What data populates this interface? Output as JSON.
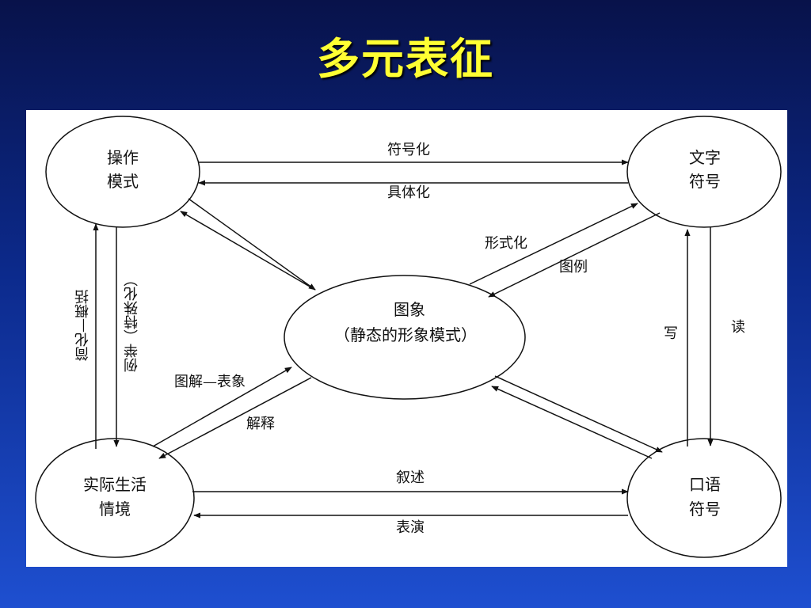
{
  "slide": {
    "title": "多元表征"
  },
  "nodes": {
    "operation": {
      "line1": "操作",
      "line2": "模式"
    },
    "written": {
      "line1": "文字",
      "line2": "符号"
    },
    "image": {
      "line1": "图象",
      "line2": "（静态的形象模式）"
    },
    "real": {
      "line1": "实际生活",
      "line2": "情境"
    },
    "oral": {
      "line1": "口语",
      "line2": "符号"
    }
  },
  "edges": {
    "op_to_written": "符号化",
    "written_to_op": "具体化",
    "image_to_written": "形式化",
    "written_to_image": "图例",
    "real_to_op": "简化—概括",
    "op_to_real": "例举（特殊化）",
    "real_to_image": "图解—表象",
    "image_to_real": "解释",
    "real_to_oral": "叙述",
    "oral_to_real": "表演",
    "oral_to_written": "写",
    "written_to_oral": "读"
  },
  "colors": {
    "title": "#ffff33",
    "line": "#111111",
    "panel": "#ffffff"
  }
}
